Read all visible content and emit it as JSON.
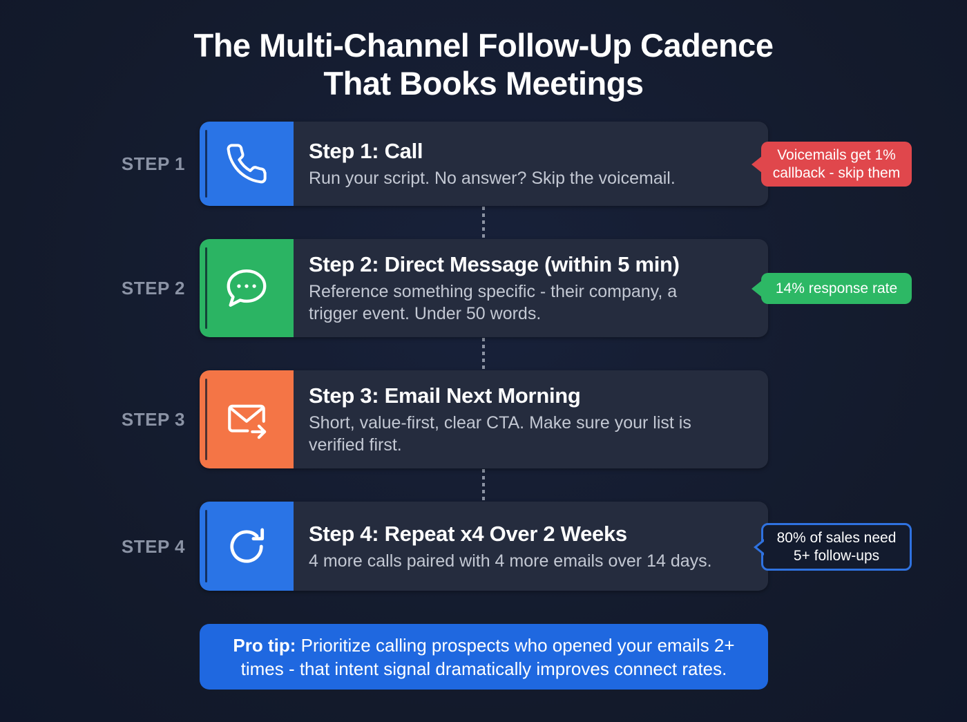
{
  "title": {
    "line1": "The Multi-Channel Follow-Up Cadence",
    "line2": "That Books Meetings"
  },
  "colors": {
    "background": "#141c2e",
    "card": "#252c3e",
    "blue": "#2a74e6",
    "green": "#2bb463",
    "orange": "#f47546",
    "red": "#e0474c",
    "tip": "#1f68e0"
  },
  "steps": [
    {
      "label": "STEP 1",
      "icon": "phone-icon",
      "title": "Step 1: Call",
      "desc_lines": [
        "Run your script. No answer? Skip the voicemail."
      ],
      "callout": "Voicemails get 1% callback - skip them",
      "callout_lines": [
        "Voicemails get 1%",
        "callback - skip them"
      ],
      "callout_style": "red"
    },
    {
      "label": "STEP 2",
      "icon": "chat-bubble-icon",
      "title": "Step 2: Direct Message (within 5 min)",
      "desc_lines": [
        "Reference something specific - their company, a",
        "trigger event. Under 50 words."
      ],
      "callout": "14% response rate",
      "callout_lines": [
        "14% response rate"
      ],
      "callout_style": "green"
    },
    {
      "label": "STEP 3",
      "icon": "email-forward-icon",
      "title": "Step 3: Email Next Morning",
      "desc_lines": [
        "Short, value-first, clear CTA. Make sure your list is",
        "verified first."
      ]
    },
    {
      "label": "STEP 4",
      "icon": "repeat-icon",
      "title": "Step 4: Repeat x4 Over 2 Weeks",
      "desc_lines": [
        "4 more calls paired with 4 more emails over 14 days."
      ],
      "callout": "80% of sales need 5+ follow-ups",
      "callout_lines": [
        "80% of sales need",
        "5+ follow-ups"
      ],
      "callout_style": "outline"
    }
  ],
  "pro_tip": {
    "label": "Pro tip:",
    "line1_rest": " Prioritize calling prospects who opened your emails 2+",
    "line2": "times - that intent signal dramatically improves connect rates."
  }
}
